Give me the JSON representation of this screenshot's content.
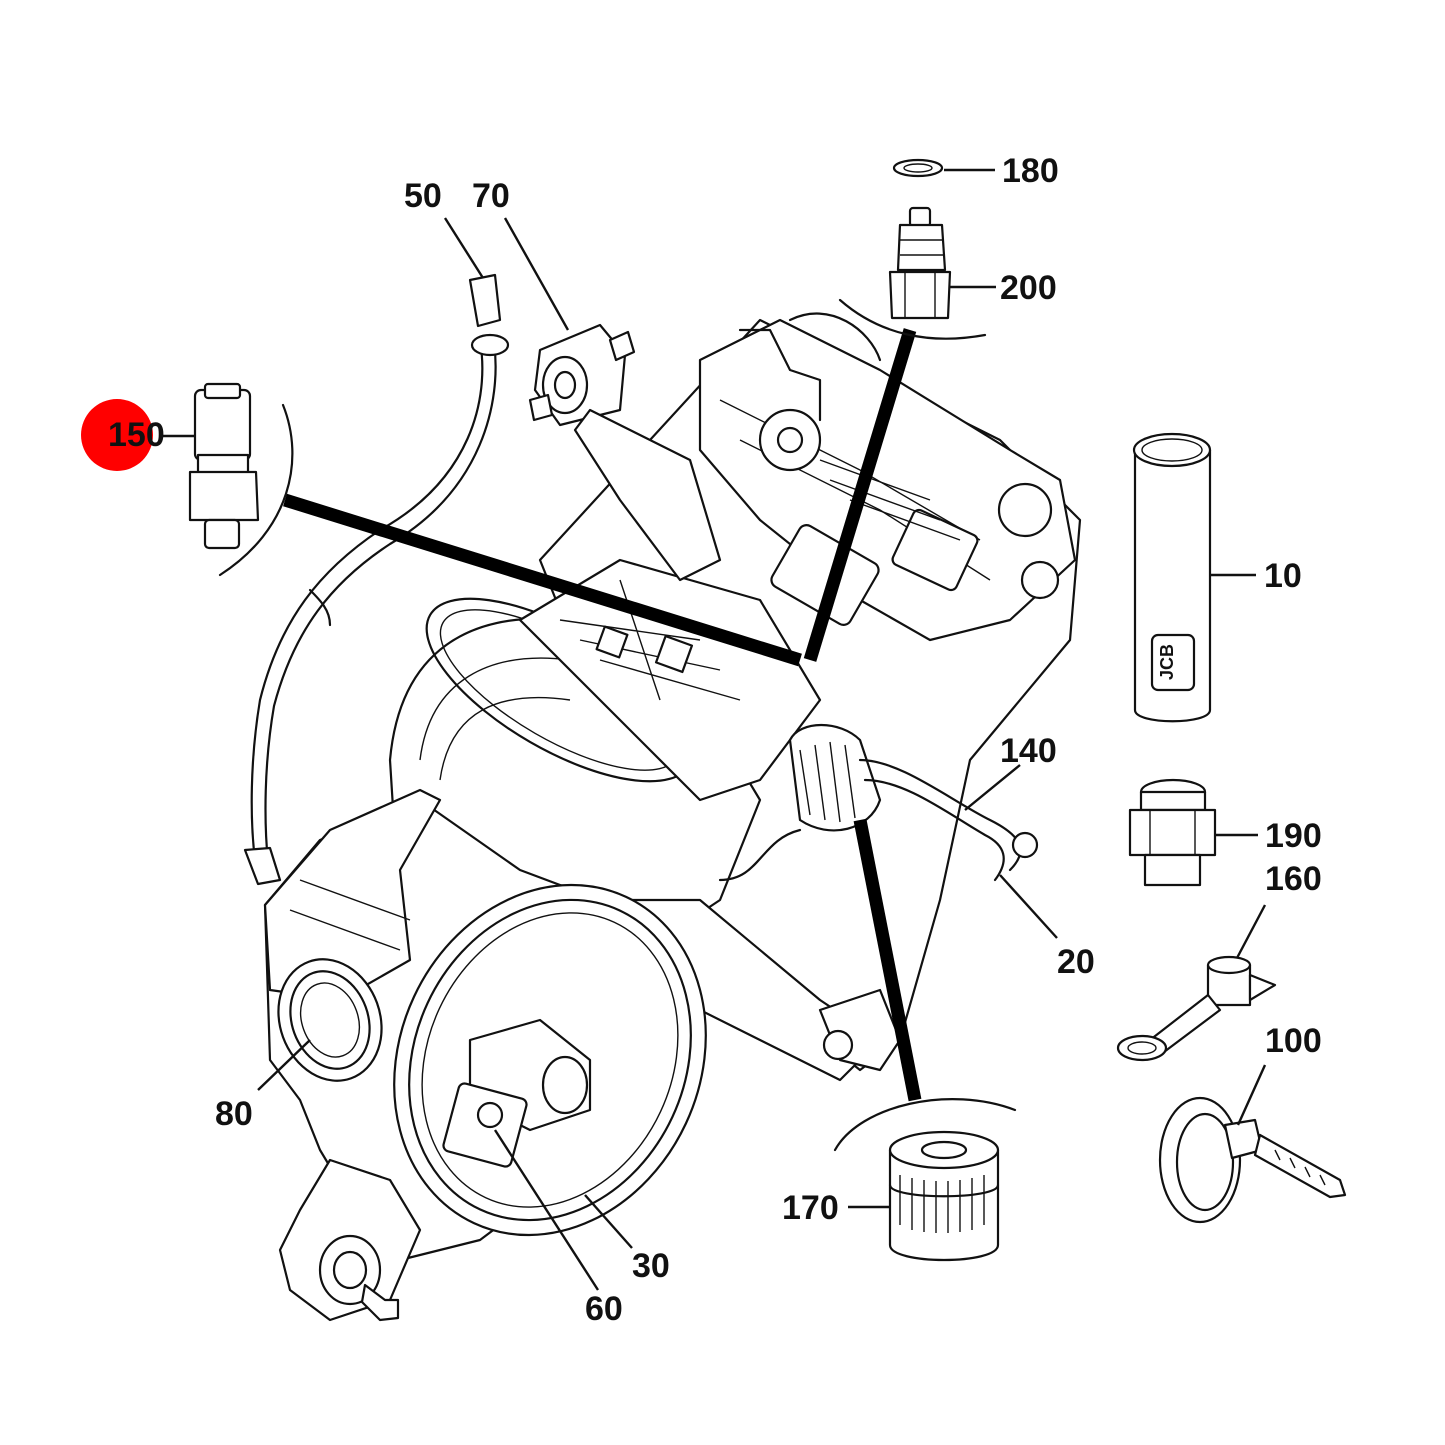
{
  "diagram": {
    "callouts": {
      "c10": "10",
      "c20": "20",
      "c30": "30",
      "c50": "50",
      "c60": "60",
      "c70": "70",
      "c80": "80",
      "c100": "100",
      "c140": "140",
      "c150": "150",
      "c160": "160",
      "c170": "170",
      "c180": "180",
      "c190": "190",
      "c200": "200"
    },
    "highlight_color": "#ff0000",
    "ink_color": "#111111",
    "background_color": "#ffffff",
    "sleeve_logo": "JCB"
  }
}
